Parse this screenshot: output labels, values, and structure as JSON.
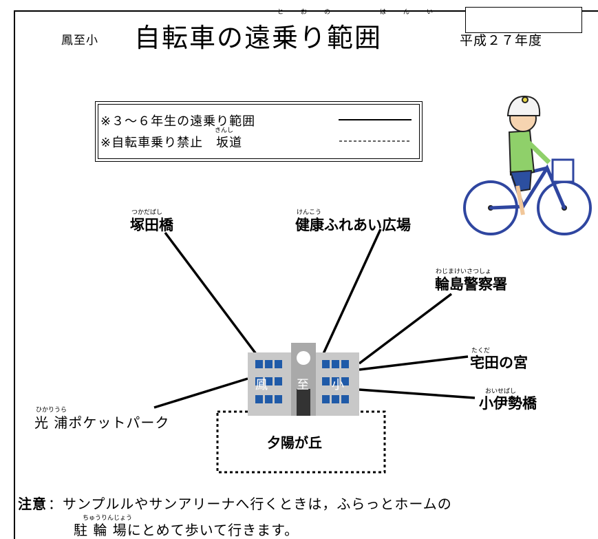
{
  "header": {
    "school": "鳳至小",
    "title": "自転車の遠乗り範囲",
    "title_ruby": [
      "と",
      "お",
      "の",
      "は",
      "ん",
      "い"
    ],
    "year": "平成２７年度"
  },
  "legend": {
    "line1": "※３～６年生の遠乗り範囲",
    "line2": "※自転車乗り禁止　坂道",
    "line2_ruby": "きんし"
  },
  "destinations": [
    {
      "id": "tsukadabashi",
      "label": "塚田橋",
      "ruby": "つかだばし"
    },
    {
      "id": "kenko",
      "label": "健康ふれあい広場",
      "ruby": "けんこう"
    },
    {
      "id": "police",
      "label": "輪島警察署",
      "ruby": "わじまけいさつしょ"
    },
    {
      "id": "takuda",
      "label": "宅田の宮",
      "ruby": "たくだ"
    },
    {
      "id": "oisebashi",
      "label": "小伊勢橋",
      "ruby": "おいせばし"
    },
    {
      "id": "hikariura",
      "label": "光 浦ポケットパーク",
      "ruby": "ひかりうら"
    }
  ],
  "slope_area": "夕陽が丘",
  "school_building": {
    "chars": [
      "鳳",
      "至",
      "小"
    ]
  },
  "note": {
    "prefix": "注意",
    "line1": "：サンプルルやサンアリーナへ行くときは，ふらっとホームの",
    "line2": "駐 輪 場にとめて歩いて行きます。",
    "line2_ruby": "ちゅうりんじょう"
  },
  "colors": {
    "building_gray": "#c8c8c8",
    "window_blue": "#1f5aa8",
    "tower_gray": "#8a8a8a"
  }
}
